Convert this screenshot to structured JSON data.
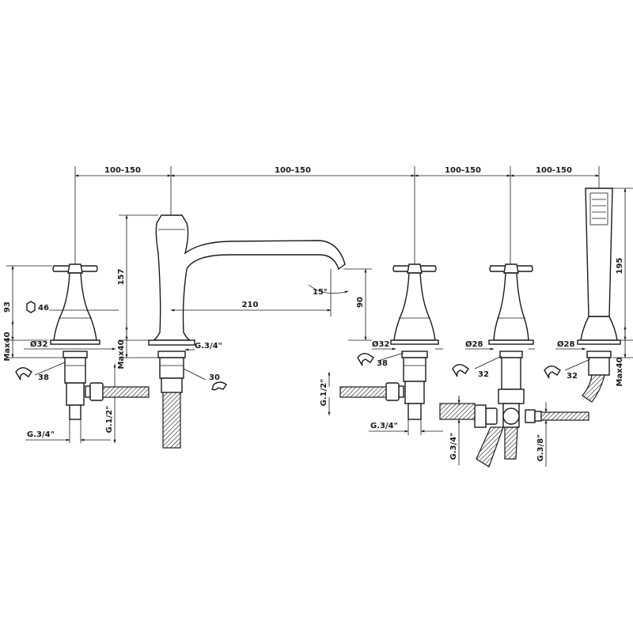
{
  "dimensions": {
    "spacing_1": "100-150",
    "spacing_2": "100-150",
    "spacing_3": "100-150",
    "spacing_4": "100-150",
    "spout_height": "157",
    "spout_reach": "210",
    "spout_outlet_height": "90",
    "spout_angle": "15°",
    "handle_height": "93",
    "shower_height": "195",
    "hex_46": "46",
    "max40_left": "Max40",
    "max40_spout": "Max40",
    "max40_right": "Max40",
    "dia32_left": "Ø32",
    "dia32_mid": "Ø32",
    "dia28_mid": "Ø28",
    "dia28_right": "Ø28",
    "g34_spout": "G.3/4\"",
    "g34_left": "G.3/4\"",
    "g12_left": "G.1/2\"",
    "g12_right": "G.1/2\"",
    "g34_bottom_mid": "G.3/4\"",
    "g34_vertical": "G.3/4\"",
    "g38_vertical": "G.3/8\"",
    "wrench_38_left": "38",
    "wrench_30": "30",
    "wrench_38_mid": "38",
    "wrench_32_mid": "32",
    "wrench_32_right": "32"
  }
}
